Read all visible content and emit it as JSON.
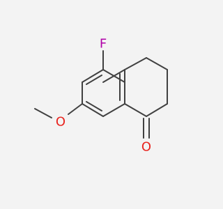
{
  "molecule": {
    "atoms": [
      {
        "symbol": "F",
        "color": "#b000a8"
      },
      {
        "symbol": "O",
        "color": "#e8231e"
      },
      {
        "symbol": "O",
        "color": "#e8231e"
      }
    ]
  }
}
